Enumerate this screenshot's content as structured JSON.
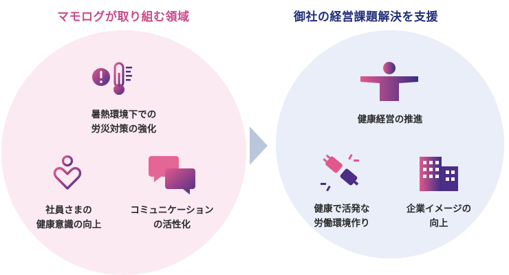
{
  "left_section": {
    "title": "マモログが取り組む領域",
    "items": [
      {
        "line1": "暑熱環境下での",
        "line2": "労災対策の強化"
      },
      {
        "line1": "社員さまの",
        "line2": "健康意識の向上"
      },
      {
        "line1": "コミュニケーション",
        "line2": "の活性化"
      }
    ]
  },
  "right_section": {
    "title": "御社の経営課題解決を支援",
    "items": [
      {
        "line1": "健康経営の推進"
      },
      {
        "line1": "健康で活発な",
        "line2": "労働環境作り"
      },
      {
        "line1": "企業イメージの",
        "line2": "向上"
      }
    ]
  },
  "icons": [
    "alert-thermometer-icon",
    "person-heart-icon",
    "chat-bubbles-icon",
    "person-arms-open-icon",
    "plug-connect-icon",
    "building-icon",
    "chevron-right-icon"
  ],
  "colors": {
    "pink": "#c84a8a",
    "navy": "#232f7a",
    "left_bg": "#fbeaf2",
    "right_bg": "#e9eef8",
    "arrow": "#b9c6dc"
  }
}
